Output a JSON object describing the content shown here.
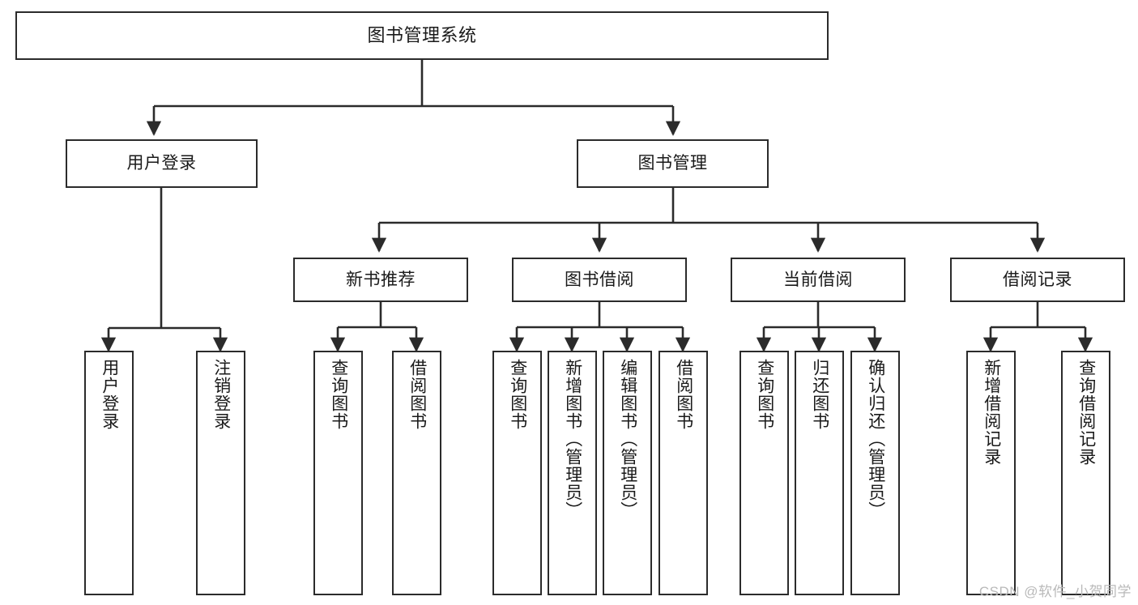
{
  "diagram": {
    "title": "图书管理系统",
    "type": "tree-hierarchy",
    "edge_color": "#2b2b2b",
    "node_border_color": "#2b2b2b",
    "node_fill_color": "#ffffff",
    "text_color": "#1a1a1a"
  },
  "nodes": {
    "root": {
      "label": "图书管理系统"
    },
    "level1": [
      {
        "label": "用户登录"
      },
      {
        "label": "图书管理"
      }
    ],
    "level2": [
      {
        "label": "新书推荐"
      },
      {
        "label": "图书借阅"
      },
      {
        "label": "当前借阅"
      },
      {
        "label": "借阅记录"
      }
    ],
    "leaves_user_login": [
      {
        "label": "用户登录"
      },
      {
        "label": "注销登录"
      }
    ],
    "leaves_new_book": [
      {
        "label": "查询图书"
      },
      {
        "label": "借阅图书"
      }
    ],
    "leaves_borrow": [
      {
        "label": "查询图书"
      },
      {
        "label": "新增图书（管理员）"
      },
      {
        "label": "编辑图书（管理员）"
      },
      {
        "label": "借阅图书"
      }
    ],
    "leaves_current": [
      {
        "label": "查询图书"
      },
      {
        "label": "归还图书"
      },
      {
        "label": "确认归还（管理员）"
      }
    ],
    "leaves_records": [
      {
        "label": "新增借阅记录"
      },
      {
        "label": "查询借阅记录"
      }
    ]
  },
  "watermark": {
    "text": "CSDN @软件_小贺同学",
    "color": "#b9b9b9"
  }
}
